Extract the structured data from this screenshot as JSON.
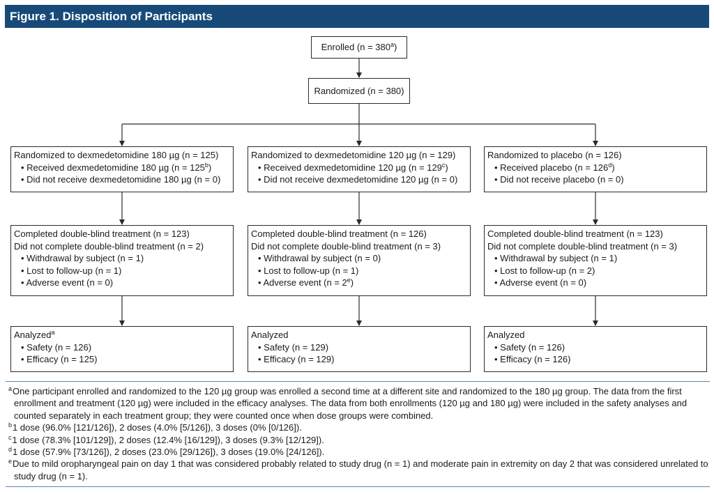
{
  "header": {
    "title": "Figure 1. Disposition of Participants"
  },
  "enrolled": {
    "text": "Enrolled (n = 380",
    "sup": "a",
    "close": ")"
  },
  "randomized": {
    "text": "Randomized (n = 380)"
  },
  "groups": [
    {
      "rand_title": "Randomized to dexmedetomidine 180 µg (n = 125)",
      "received": "• Received dexmedetomidine 180 µg (n = 125",
      "received_sup": "b",
      "not_received": "• Did not receive dexmedetomidine 180 µg (n = 0)",
      "completed": "Completed double-blind treatment (n = 123)",
      "not_completed": "Did not complete double-blind treatment (n = 2)",
      "withdrawal": "• Withdrawal by subject (n =  1)",
      "lost": "• Lost to follow-up (n = 1)",
      "adverse": "• Adverse event (n = 0)",
      "adverse_sup": "",
      "analyzed": "Analyzed",
      "analyzed_sup": "a",
      "safety": "• Safety (n = 126)",
      "efficacy": "• Efficacy (n = 125)"
    },
    {
      "rand_title": "Randomized to dexmedetomidine 120 µg (n = 129)",
      "received": "• Received dexmedetomidine 120 µg (n = 129",
      "received_sup": "c",
      "not_received": "• Did not receive dexmedetomidine 120 µg (n = 0)",
      "completed": "Completed double-blind treatment (n = 126)",
      "not_completed": "Did not complete double-blind treatment (n = 3)",
      "withdrawal": "• Withdrawal by subject (n = 0)",
      "lost": "• Lost to follow-up (n = 1)",
      "adverse": "• Adverse event (n = 2",
      "adverse_sup": "e",
      "analyzed": "Analyzed",
      "analyzed_sup": "",
      "safety": "• Safety (n = 129)",
      "efficacy": "• Efficacy (n = 129)"
    },
    {
      "rand_title": "Randomized to placebo (n = 126)",
      "received": "• Received placebo (n = 126",
      "received_sup": "d",
      "not_received": "• Did not receive placebo (n = 0)",
      "completed": "Completed double-blind treatment (n = 123)",
      "not_completed": "Did not complete double-blind treatment (n = 3)",
      "withdrawal": "• Withdrawal by subject (n = 1)",
      "lost": "• Lost to follow-up (n = 2)",
      "adverse": "• Adverse event (n = 0)",
      "adverse_sup": "",
      "analyzed": "Analyzed",
      "analyzed_sup": "",
      "safety": "• Safety (n = 126)",
      "efficacy": "• Efficacy (n = 126)"
    }
  ],
  "footnotes": [
    {
      "mark": "a",
      "text": "One participant enrolled and randomized to the 120 µg group was enrolled a second time at a different site and randomized to the 180 µg group. The data from the first enrollment and treatment (120 µg) were included in the efficacy analyses. The data from both enrollments (120 µg and 180 µg) were included in the safety analyses and counted separately in each treatment group; they were counted once when dose groups were combined."
    },
    {
      "mark": "b",
      "text": "1 dose (96.0% [121/126]), 2 doses (4.0% [5/126]), 3 doses (0% [0/126])."
    },
    {
      "mark": "c",
      "text": "1 dose (78.3% [101/129]), 2 doses (12.4% [16/129]), 3 doses (9.3% [12/129])."
    },
    {
      "mark": "d",
      "text": "1 dose (57.9% [73/126]), 2 doses (23.0% [29/126]), 3 doses (19.0% [24/126])."
    },
    {
      "mark": "e",
      "text": "Due to mild oropharyngeal pain on day 1 that was considered probably related to study drug (n = 1) and moderate pain in extremity on day 2 that was considered unrelated to study drug (n = 1)."
    }
  ]
}
